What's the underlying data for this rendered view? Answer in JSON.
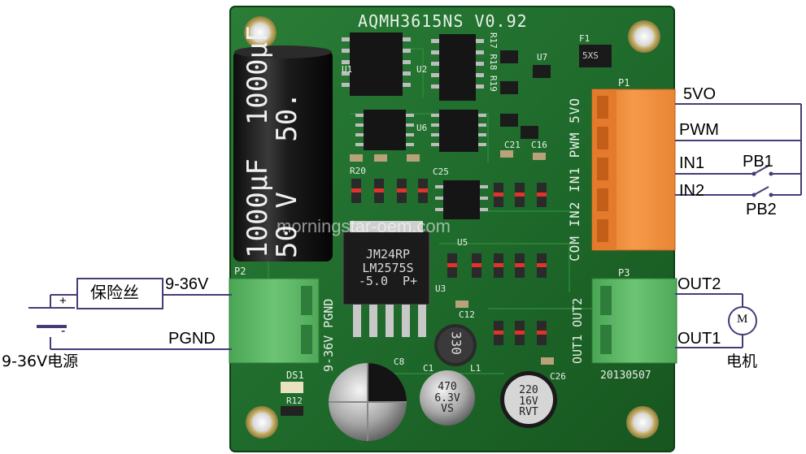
{
  "board": {
    "title": "AQMH3615NS  V0.92",
    "date": "20130507",
    "cap_big": "1000µF  1000µF\n50 V   50.",
    "regulator": "JM24RP\nLM2575S\n-5.0  P+",
    "inductor": "330",
    "cap_470": "470\n6.3V\nVS",
    "cap_220": "220\n16V\nRVT",
    "silk_labels": {
      "power_side": "9-36V PGND",
      "out_side": "OUT1 OUT2",
      "in_side": "COM IN2 IN1 PWM 5VO",
      "p1": "P1",
      "p2": "P2",
      "p3": "P3",
      "u1": "U1",
      "u2": "U2",
      "u3": "U3",
      "u5": "U5",
      "u6": "U6",
      "u7": "U7",
      "c1": "C1",
      "c8": "C8",
      "c12": "C12",
      "c16": "C16",
      "c21": "C21",
      "c25": "C25",
      "c26": "C26",
      "f1": "F1",
      "l1": "L1",
      "ds1": "DS1",
      "r12": "R12",
      "res_top": "R17 R18 R19",
      "res_left": "R20"
    },
    "fuse_smd": "5XS",
    "watermark": "morningstar-oem.com"
  },
  "wiring": {
    "left": {
      "fuse": "保险丝",
      "v_in": "9-36V",
      "gnd": "PGND",
      "source": "9-36V电源",
      "plus": "+",
      "minus": "-"
    },
    "right": {
      "v5": "5VO",
      "pwm": "PWM",
      "in1": "IN1",
      "in2": "IN2",
      "pb1": "PB1",
      "pb2": "PB2",
      "out2": "OUT2",
      "out1": "OUT1",
      "motor_symbol": "M",
      "motor": "电机"
    }
  },
  "colors": {
    "pcb": "#1f6b2c",
    "pcb_dark": "#0f4a1a",
    "wire": "#4a3a78",
    "orange_connector": "#f0883a",
    "green_connector": "#5fb567"
  }
}
